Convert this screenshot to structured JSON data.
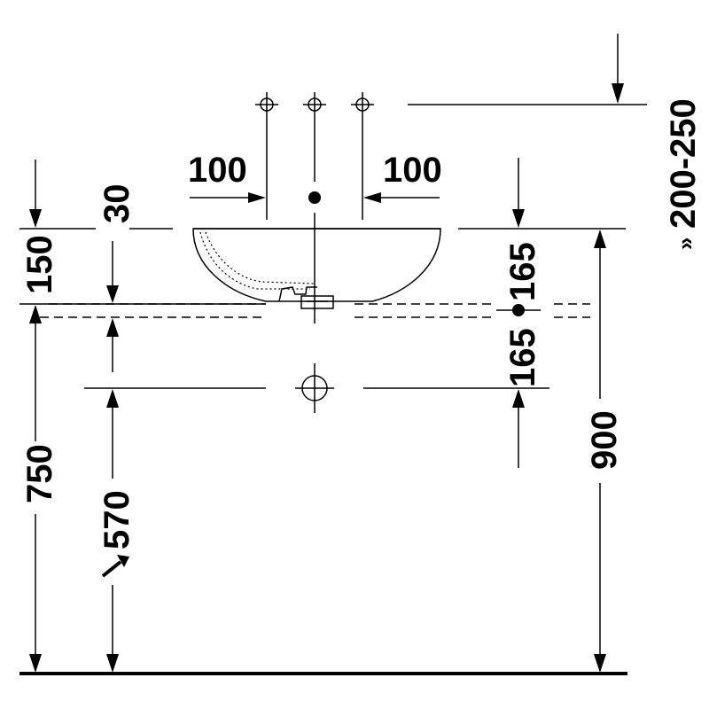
{
  "dimensions": {
    "tap_spacing_left": "100",
    "tap_spacing_right": "100",
    "tap_height_range": "200-250",
    "tap_height_range_prefix": "»",
    "rim_thickness": "30",
    "basin_height": "150",
    "waste_offset_upper": "165",
    "waste_offset_lower": "165",
    "counter_height": "750",
    "waste_height": "570",
    "rim_height": "900"
  }
}
